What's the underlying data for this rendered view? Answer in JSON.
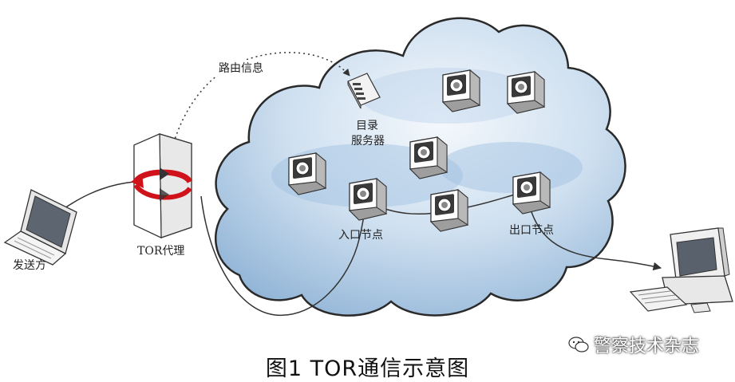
{
  "labels": {
    "routing_info": "路由信息",
    "directory_server_line1": "目录",
    "directory_server_line2": "服务器",
    "entry_node": "入口节点",
    "exit_node": "出口节点",
    "tor_proxy": "TOR代理",
    "sender": "发送方"
  },
  "caption": "图1  TOR通信示意图",
  "watermark": "警察技术杂志",
  "colors": {
    "cloud_fill": "#a9c6e2",
    "cloud_stroke": "#2a2a2a",
    "route_line": "#333333",
    "proxy_arrow": "#d0121b"
  },
  "icons": [
    "laptop-icon",
    "tor-proxy-server-icon",
    "directory-server-icon",
    "onion-router-node-icon",
    "desktop-computer-icon",
    "wechat-icon"
  ]
}
